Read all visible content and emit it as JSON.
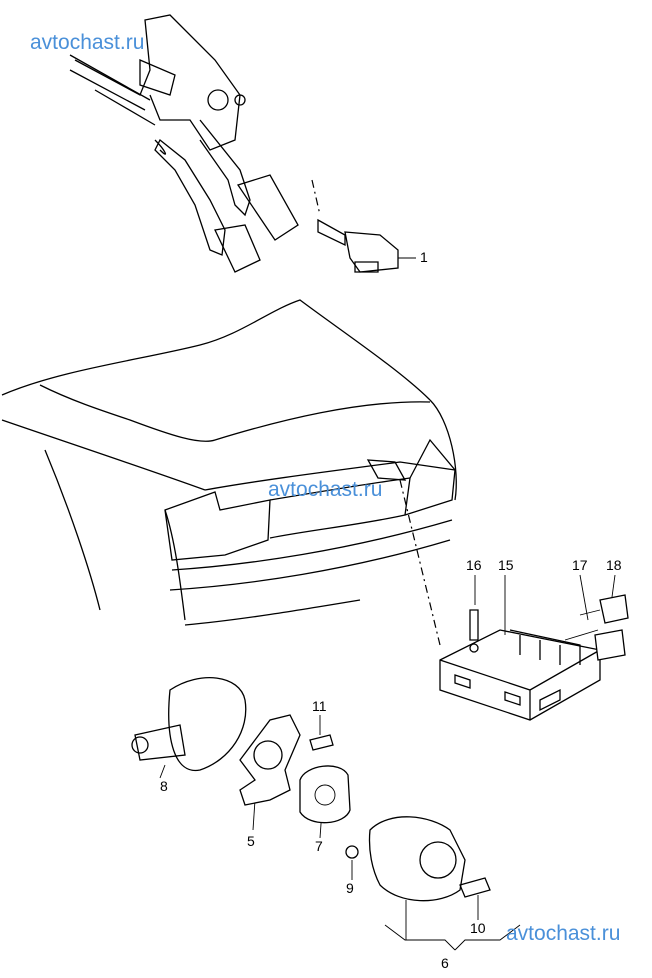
{
  "watermarks": [
    "avtochast.ru",
    "avtochast.ru",
    "avtochast.ru"
  ],
  "part_labels": {
    "p1": "1",
    "p5": "5",
    "p6": "6",
    "p7": "7",
    "p8": "8",
    "p9": "9",
    "p10": "10",
    "p11": "11",
    "p15": "15",
    "p16": "16",
    "p17": "17",
    "p18": "18"
  },
  "colors": {
    "watermark": "#4a90d9",
    "line": "#000000"
  }
}
